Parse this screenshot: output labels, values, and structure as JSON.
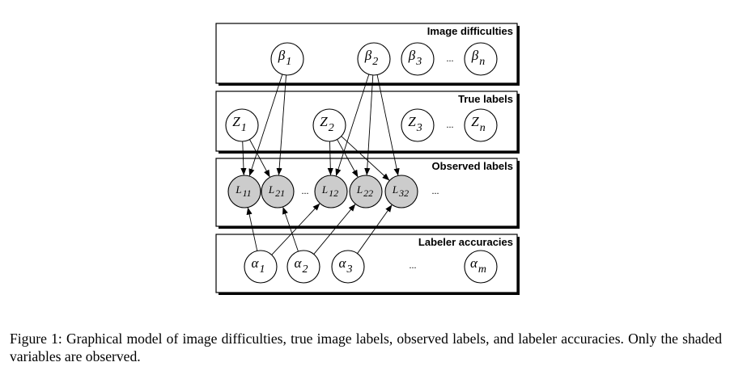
{
  "plates": [
    {
      "id": "difficulties",
      "label": "Image difficulties"
    },
    {
      "id": "true",
      "label": "True labels"
    },
    {
      "id": "observed",
      "label": "Observed labels"
    },
    {
      "id": "accuracies",
      "label": "Labeler accuracies"
    }
  ],
  "nodes": [
    {
      "id": "b1",
      "symbol": "β",
      "sub": "1",
      "observed": false
    },
    {
      "id": "b2",
      "symbol": "β",
      "sub": "2",
      "observed": false
    },
    {
      "id": "b3",
      "symbol": "β",
      "sub": "3",
      "observed": false
    },
    {
      "id": "bn",
      "symbol": "β",
      "sub": "n",
      "observed": false
    },
    {
      "id": "z1",
      "symbol": "Z",
      "sub": "1",
      "observed": false
    },
    {
      "id": "z2",
      "symbol": "Z",
      "sub": "2",
      "observed": false
    },
    {
      "id": "z3",
      "symbol": "Z",
      "sub": "3",
      "observed": false
    },
    {
      "id": "zn",
      "symbol": "Z",
      "sub": "n",
      "observed": false
    },
    {
      "id": "l11",
      "symbol": "L",
      "sub": "11",
      "observed": true
    },
    {
      "id": "l21",
      "symbol": "L",
      "sub": "21",
      "observed": true
    },
    {
      "id": "l12",
      "symbol": "L",
      "sub": "12",
      "observed": true
    },
    {
      "id": "l22",
      "symbol": "L",
      "sub": "22",
      "observed": true
    },
    {
      "id": "l32",
      "symbol": "L",
      "sub": "32",
      "observed": true
    },
    {
      "id": "a1",
      "symbol": "α",
      "sub": "1",
      "observed": false
    },
    {
      "id": "a2",
      "symbol": "α",
      "sub": "2",
      "observed": false
    },
    {
      "id": "a3",
      "symbol": "α",
      "sub": "3",
      "observed": false
    },
    {
      "id": "am",
      "symbol": "α",
      "sub": "m",
      "observed": false
    }
  ],
  "edges": [
    [
      "b1",
      "l11"
    ],
    [
      "b1",
      "l21"
    ],
    [
      "b2",
      "l12"
    ],
    [
      "b2",
      "l22"
    ],
    [
      "b2",
      "l32"
    ],
    [
      "z1",
      "l11"
    ],
    [
      "z1",
      "l21"
    ],
    [
      "z2",
      "l12"
    ],
    [
      "z2",
      "l22"
    ],
    [
      "z2",
      "l32"
    ],
    [
      "a1",
      "l11"
    ],
    [
      "a1",
      "l12"
    ],
    [
      "a2",
      "l21"
    ],
    [
      "a2",
      "l22"
    ],
    [
      "a3",
      "l32"
    ]
  ],
  "ellipsis": "...",
  "caption": "Figure 1: Graphical model of image difficulties, true image labels, observed labels, and labeler accuracies. Only the shaded variables are observed."
}
